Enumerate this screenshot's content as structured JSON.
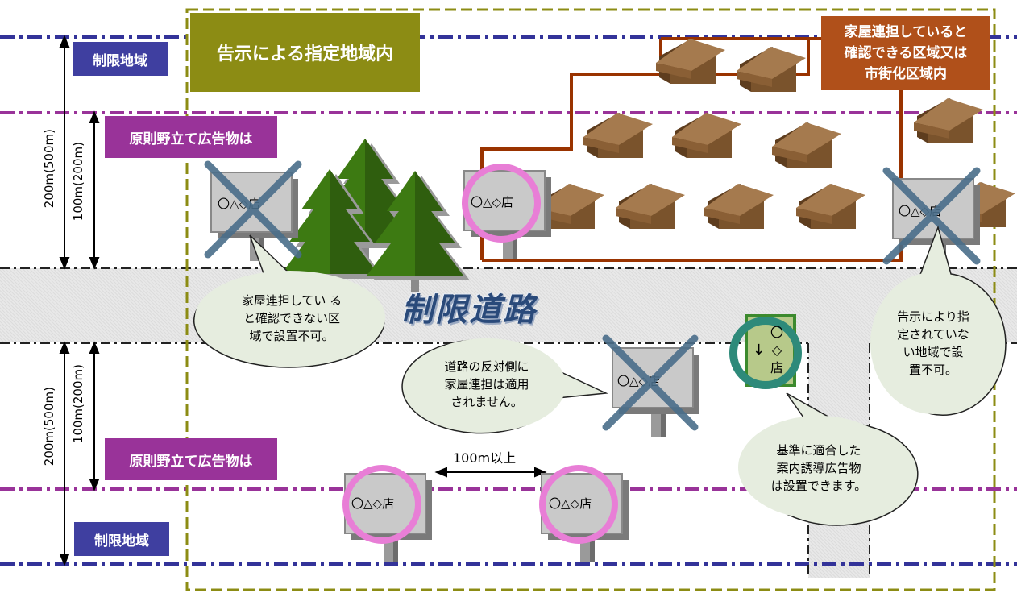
{
  "zones": {
    "designated_area_label": "告示による指定地域内",
    "housing_area_label": "家屋連担していると\n確認できる区域又は\n市街化区域内",
    "restricted_road_label": "制限道路"
  },
  "top_side": {
    "restricted_area_label": "制限地域",
    "principle_label": "原則野立て広告物は",
    "outer_distance": "200m(500m)",
    "inner_distance": "100m(200m)"
  },
  "bottom_side": {
    "restricted_area_label": "制限地域",
    "principle_label": "原則野立て広告物は",
    "outer_distance": "200m(500m)",
    "inner_distance": "100m(200m)",
    "spacing_label": "100m以上"
  },
  "sign_text": "〇△◇店",
  "guide_sign": {
    "arrow": "↓",
    "text": "〇\n◇\n店"
  },
  "callouts": {
    "no_housing": "家屋連担してい る\nと確認できない区\n域で設置不可。",
    "opposite_side": "道路の反対側に\n家屋連担は適用\nされません。",
    "guide_ok": "基準に適合した\n案内誘導広告物\nは設置できます。",
    "not_designated": "告示により指\n定されていな\nい地域で設\n置不可。"
  },
  "colors": {
    "navy_line": "#333399",
    "purple_line": "#993399",
    "olive": "#8c8c14",
    "housing_border": "#993300",
    "housing_label": "#b0501a",
    "road": "#d9d9d9",
    "ok_ring": "#e87ed6",
    "ng_cross": "#4a6e8a"
  }
}
